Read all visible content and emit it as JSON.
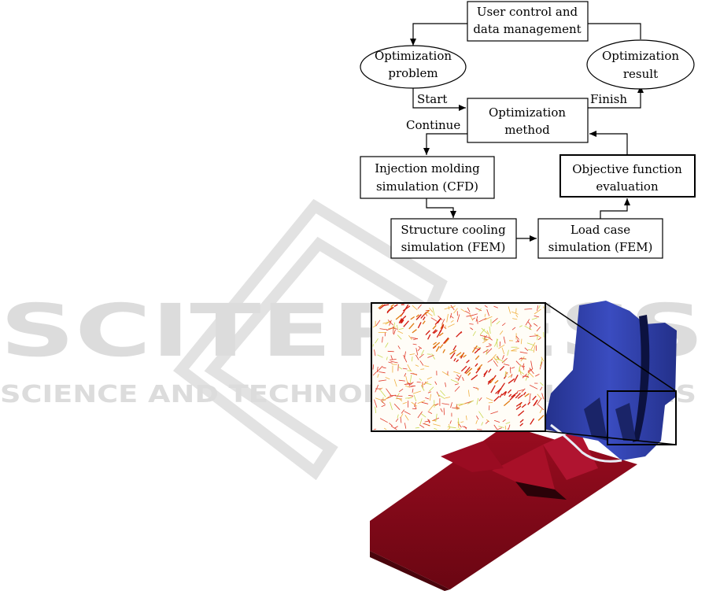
{
  "watermark": {
    "title": "SCITEPRESS",
    "subtitle": "SCIENCE AND TECHNOLOGY PUBLICATIONS"
  },
  "flowchart": {
    "nodes": {
      "user_control": {
        "line1": "User control and",
        "line2": "data management"
      },
      "opt_problem": {
        "line1": "Optimization",
        "line2": "problem"
      },
      "opt_result": {
        "line1": "Optimization",
        "line2": "result"
      },
      "opt_method": {
        "line1": "Optimization",
        "line2": "method"
      },
      "injection": {
        "line1": "Injection molding",
        "line2": "simulation (CFD)"
      },
      "objective": {
        "line1": "Objective function",
        "line2": "evaluation"
      },
      "structure_cooling": {
        "line1": "Structure cooling",
        "line2": "simulation (FEM)"
      },
      "load_case": {
        "line1": "Load case",
        "line2": "simulation (FEM)"
      }
    },
    "edge_labels": {
      "start": "Start",
      "finish": "Finish",
      "continue": "Continue"
    }
  },
  "render": {
    "colors": {
      "part_blue": "#2f3fa6",
      "part_red": "#8a0a1a",
      "watermark": "#dcdcdc"
    }
  }
}
